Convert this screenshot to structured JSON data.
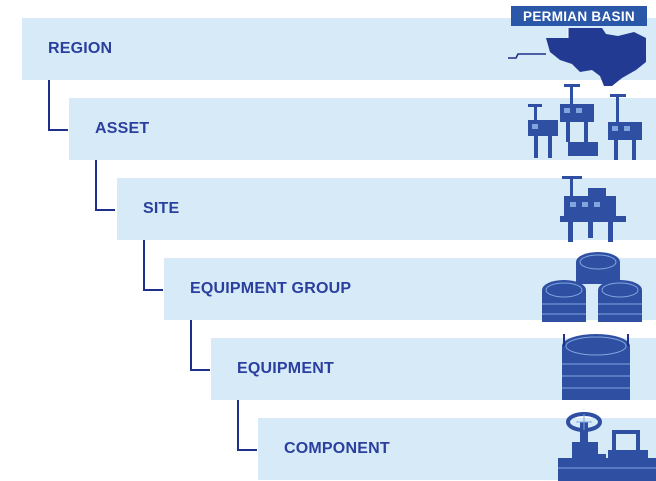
{
  "badge": {
    "label": "PERMIAN BASIN"
  },
  "levels": [
    {
      "label": "REGION",
      "icon": "texas-map-icon"
    },
    {
      "label": "ASSET",
      "icon": "offshore-platforms-icon"
    },
    {
      "label": "SITE",
      "icon": "offshore-platform-icon"
    },
    {
      "label": "EQUIPMENT GROUP",
      "icon": "storage-tanks-group-icon"
    },
    {
      "label": "EQUIPMENT",
      "icon": "storage-tank-icon"
    },
    {
      "label": "COMPONENT",
      "icon": "valve-pipe-icon"
    }
  ],
  "colors": {
    "band": "#d6eaf8",
    "label": "#2b3f9e",
    "connector": "#1f2f8a",
    "badge": "#2a57a8",
    "icon": "#2f4fa3"
  }
}
